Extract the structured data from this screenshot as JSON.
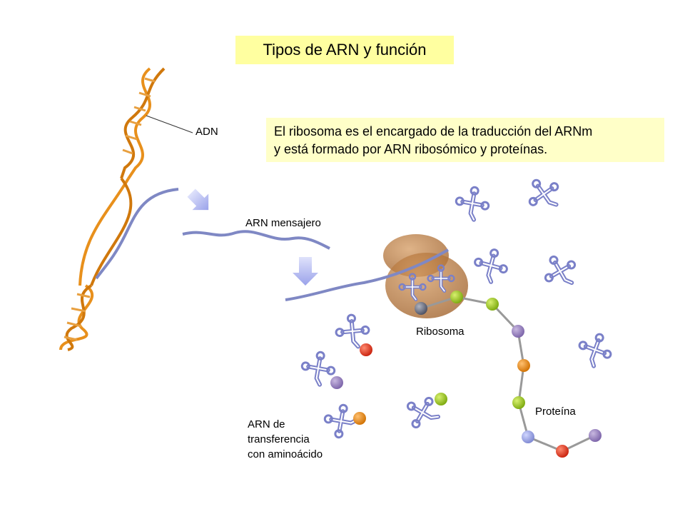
{
  "title": "Tipos de ARN y función",
  "info": {
    "line1": "El ribosoma es el encargado de la traducción del ARNm",
    "line2": "y está formado por ARN ribosómico y proteínas."
  },
  "labels": {
    "adn": "ADN",
    "arn_mensajero": "ARN mensajero",
    "ribosoma": "Ribosoma",
    "proteina": "Proteína",
    "arnt_line1": "ARN de",
    "arnt_line2": "transferencia",
    "arnt_line3": "con aminoácido"
  },
  "colors": {
    "dna": "#e8901c",
    "mrna": "#7f88c4",
    "trna": "#8a8fd0",
    "ribosome": "#b86d2a",
    "arrow": "#b7bdf0",
    "title_bg": "#ffffa0",
    "info_bg": "#ffffc8"
  },
  "icons": [
    "dna-helix-icon",
    "mrna-strand-icon",
    "ribosome-icon",
    "trna-icon",
    "amino-acid-icon",
    "process-arrow-icon"
  ]
}
